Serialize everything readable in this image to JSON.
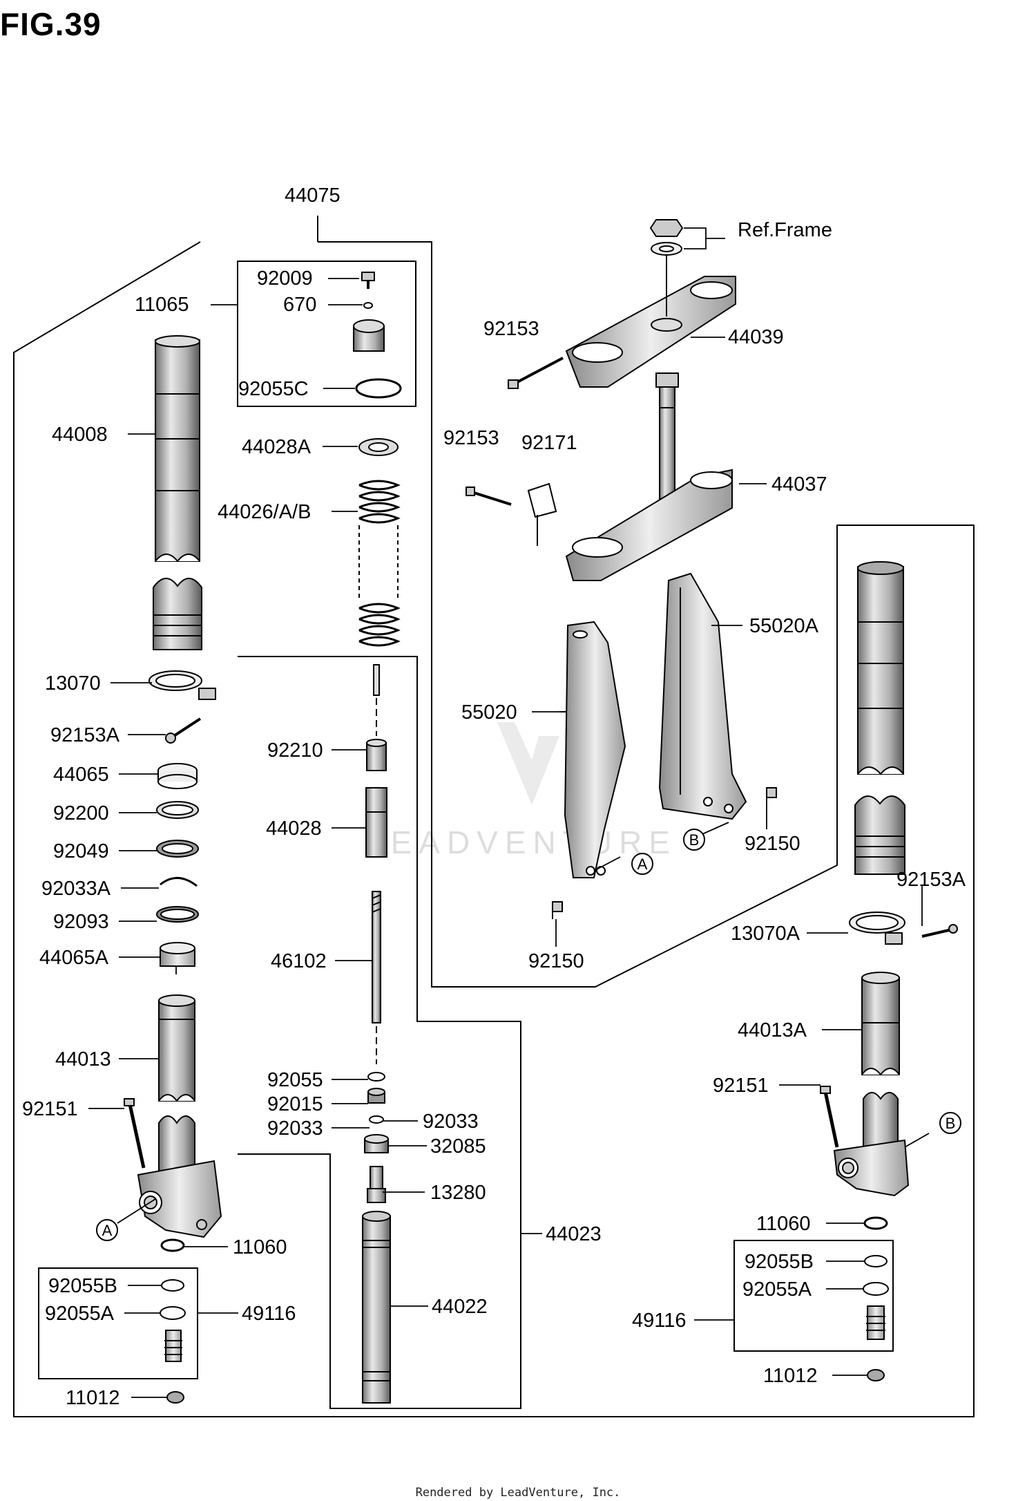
{
  "title": "FIG.39",
  "footer": "Rendered by LeadVenture, Inc.",
  "watermark": "LEADVENTURE",
  "callout_markers": [
    "A",
    "B"
  ],
  "part_labels": {
    "p44075": "44075",
    "p92009": "92009",
    "p670": "670",
    "p11065": "11065",
    "p92055C": "92055C",
    "p44008": "44008",
    "p44028A": "44028A",
    "p44026": "44026/A/B",
    "p13070": "13070",
    "p92153A_l": "92153A",
    "p44065": "44065",
    "p92200": "92200",
    "p92049": "92049",
    "p92033A": "92033A",
    "p92093": "92093",
    "p44065A": "44065A",
    "p44013": "44013",
    "p92151_l": "92151",
    "p11060_l": "11060",
    "p92055B_l": "92055B",
    "p92055A_l": "92055A",
    "p49116_l": "49116",
    "p11012_l": "11012",
    "p92210": "92210",
    "p44028": "44028",
    "p46102": "46102",
    "p92055": "92055",
    "p92015": "92015",
    "p92033_l": "92033",
    "p92033_r": "92033",
    "p32085": "32085",
    "p13280": "13280",
    "p44023": "44023",
    "p44022": "44022",
    "ref_frame": "Ref.Frame",
    "p92153_top": "92153",
    "p44039": "44039",
    "p92153_mid": "92153",
    "p92171": "92171",
    "p44037": "44037",
    "p55020A": "55020A",
    "p55020": "55020",
    "p92150_r": "92150",
    "p92150_b": "92150",
    "p92153A_r": "92153A",
    "p13070A": "13070A",
    "p44013A": "44013A",
    "p92151_r": "92151",
    "p11060_r": "11060",
    "p92055B_r": "92055B",
    "p92055A_r": "92055A",
    "p49116_r": "49116",
    "p11012_r": "11012"
  }
}
